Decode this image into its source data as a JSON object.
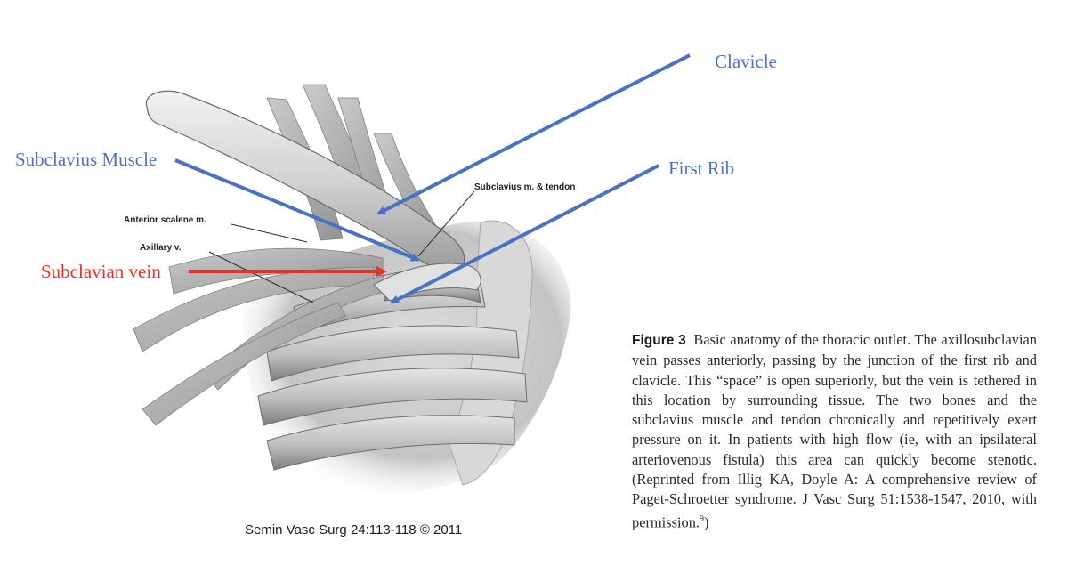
{
  "colors": {
    "callout_blue": "#4a72c4",
    "callout_red": "#e53227",
    "caption_text": "#2a2a2a"
  },
  "callouts": {
    "clavicle": "Clavicle",
    "subclavius_muscle": "Subclavius Muscle",
    "first_rib": "First Rib",
    "subclavian_vein": "Subclavian vein"
  },
  "figure_labels": {
    "subclavius_tendon": "Subclavius m. & tendon",
    "anterior_scalene": "Anterior scalene m.",
    "axillary_vein": "Axillary v."
  },
  "figure_credit": "Semin Vasc Surg 24:113-118 © 2011",
  "caption": {
    "heading": "Figure 3",
    "text": "Basic anatomy of the thoracic outlet. The axillosubclavian vein passes anteriorly, passing by the junction of the first rib and clavicle. This “space” is open superiorly, but the vein is tethered in this location by surrounding tissue. The two bones and the subclavius muscle and tendon chronically and repetitively exert pressure on it. In patients with high flow (ie, with an ipsilateral arteriovenous fistula) this area can quickly become stenotic. (Reprinted from Illig KA, Doyle A: A comprehensive review of Paget-Schroetter syndrome. J Vasc Surg 51:1538-1547, 2010, with permission.",
    "reference_mark": "9",
    "closing": ")"
  }
}
